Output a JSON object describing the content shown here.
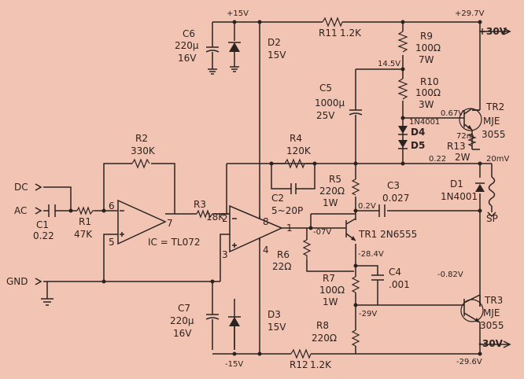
{
  "supply": {
    "plus15_top": "+15V",
    "plus297": "+29.7V",
    "plus30": "+30V",
    "minus15_bottom": "-15V",
    "minus296": "-29.6V",
    "minus30": "-30V"
  },
  "inputs": {
    "dc": "DC",
    "ac": "AC",
    "gnd": "GND"
  },
  "components": {
    "c1_name": "C1",
    "c1_val": "0.22",
    "r1_name": "R1",
    "r1_val": "47K",
    "r2_name": "R2",
    "r2_val": "330K",
    "ic_pin6": "6",
    "ic_pin5": "5",
    "ic_pin7": "7",
    "ic_label": "IC = TL072",
    "r3_name": "R3",
    "r3_val": "18K",
    "ic_pin2": "2",
    "ic_pin3": "3",
    "ic_pin8": "8",
    "ic_pin4": "4",
    "ic_pin1": "1",
    "r4_name": "R4",
    "r4_val": "120K",
    "c2_name": "C2",
    "c2_val": "5~20P",
    "c6_name": "C6",
    "c6_val1": "220μ",
    "c6_val2": "16V",
    "d2_name": "D2",
    "d2_val": "15V",
    "r11_name": "R11",
    "r11_val": "1.2K",
    "c5_name": "C5",
    "c5_val1": "1000μ",
    "c5_val2": "25V",
    "r9_name": "R9",
    "r9_val1": "100Ω",
    "r9_val2": "7W",
    "r10_name": "R10",
    "r10_val1": "100Ω",
    "r10_val2": "3W",
    "v145": "14.5V",
    "d4_type": "1N4001",
    "d4_name": "D4",
    "d5_name": "D5",
    "v067": "0.67V",
    "tr2_name": "TR2",
    "tr2_type": "MJE",
    "tr2_num": "3055",
    "r13_name": "R13",
    "r13_val": "2W",
    "r13_res": "72m",
    "v022": "0.22",
    "v20mv": "20mV",
    "r5_name": "R5",
    "r5_val1": "220Ω",
    "r5_val2": "1W",
    "v02": "0.2V",
    "c3_name": "C3",
    "c3_val": "0.027",
    "d1_name": "D1",
    "d1_type": "1N4001",
    "sp": "SP",
    "vm07": "-07V",
    "tr1_label": "TR1  2N6555",
    "r6_name": "R6",
    "r6_val": "22Ω",
    "vm284": "-28.4V",
    "c4_name": "C4",
    "c4_val": ".001",
    "r7_name": "R7",
    "r7_val1": "100Ω",
    "r7_val2": "1W",
    "vm082": "-0.82V",
    "vm29": "-29V",
    "tr3_name": "TR3",
    "tr3_type": "MJE",
    "tr3_num": "3055",
    "c7_name": "C7",
    "c7_val1": "220μ",
    "c7_val2": "16V",
    "d3_name": "D3",
    "d3_val": "15V",
    "r8_name": "R8",
    "r8_val": "220Ω",
    "r12_name": "R12",
    "r12_val": "1.2K"
  }
}
